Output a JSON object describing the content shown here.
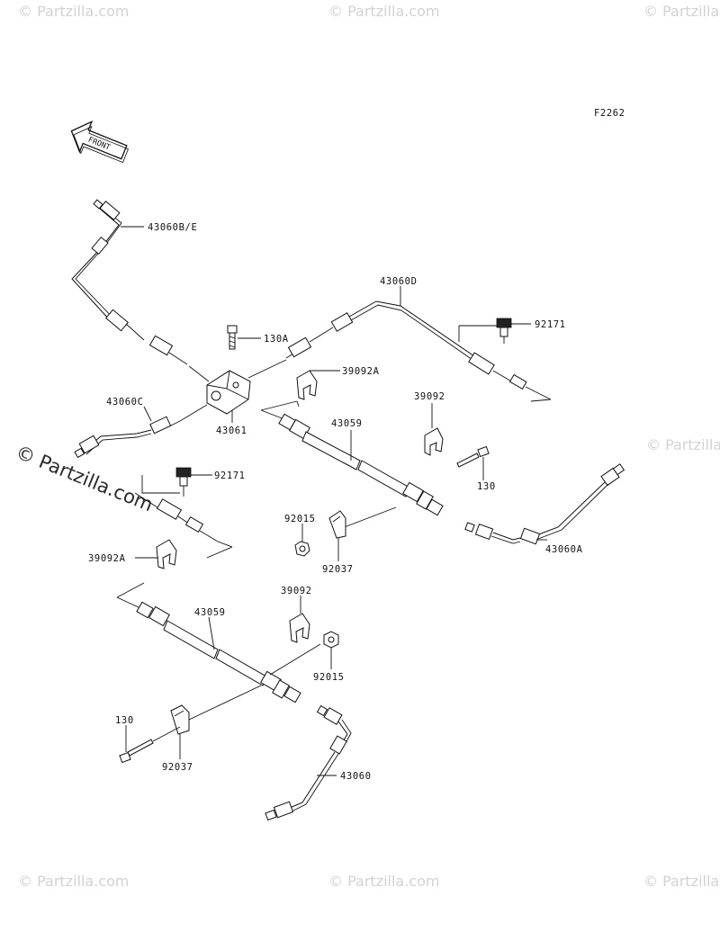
{
  "figure_code": "F2262",
  "front_label": "FRONT",
  "watermark": {
    "text": "© Partzilla.com",
    "prominent_text": "© Partzilla.com"
  },
  "callouts": [
    {
      "id": "c-43060be",
      "text": "43060B/E"
    },
    {
      "id": "c-43060d",
      "text": "43060D"
    },
    {
      "id": "c-92171-top",
      "text": "92171"
    },
    {
      "id": "c-130a",
      "text": "130A"
    },
    {
      "id": "c-39092a-top",
      "text": "39092A"
    },
    {
      "id": "c-39092-top",
      "text": "39092"
    },
    {
      "id": "c-43060c",
      "text": "43060C"
    },
    {
      "id": "c-43061",
      "text": "43061"
    },
    {
      "id": "c-43059-upper",
      "text": "43059"
    },
    {
      "id": "c-130-right",
      "text": "130"
    },
    {
      "id": "c-92171-left",
      "text": "92171"
    },
    {
      "id": "c-92015-upper",
      "text": "92015"
    },
    {
      "id": "c-92037-upper",
      "text": "92037"
    },
    {
      "id": "c-43060a",
      "text": "43060A"
    },
    {
      "id": "c-39092a-left",
      "text": "39092A"
    },
    {
      "id": "c-39092-lower",
      "text": "39092"
    },
    {
      "id": "c-43059-lower",
      "text": "43059"
    },
    {
      "id": "c-92015-lower",
      "text": "92015"
    },
    {
      "id": "c-130-left",
      "text": "130"
    },
    {
      "id": "c-92037-lower",
      "text": "92037"
    },
    {
      "id": "c-43060",
      "text": "43060"
    }
  ]
}
